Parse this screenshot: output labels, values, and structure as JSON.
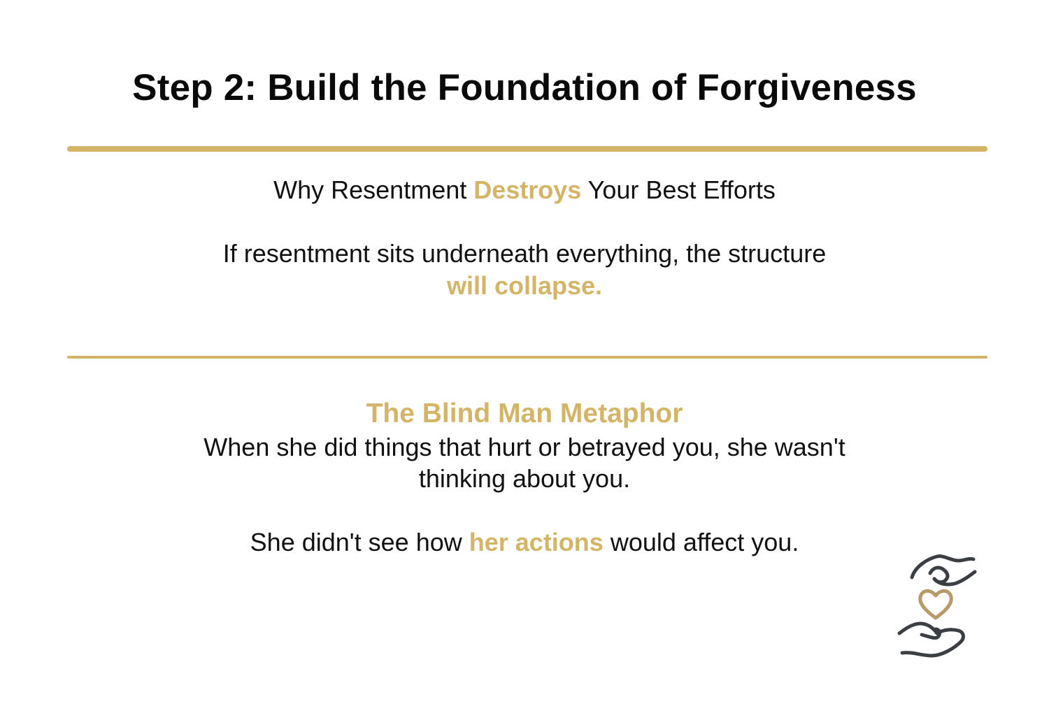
{
  "title": "Step 2: Build the Foundation of Forgiveness",
  "section1": {
    "heading": {
      "before": "Why Resentment ",
      "highlight": "Destroys",
      "after": " Your Best Efforts"
    },
    "body_line1": "If resentment sits underneath everything, the structure",
    "body_line2_highlight": "will collapse."
  },
  "section2": {
    "subhead": "The Blind Man Metaphor",
    "body_line1": "When she did things that hurt or betrayed you, she wasn't",
    "body_line2": "thinking about you.",
    "closing": {
      "before": "She didn't see how ",
      "highlight": "her actions",
      "after": " would affect you."
    }
  },
  "icon": "hands-holding-heart-icon",
  "colors": {
    "accent_gold": "#d4b567",
    "text": "#111111",
    "icon_gray": "#3b3f44",
    "icon_heart": "#b89a6a",
    "background": "#ffffff"
  }
}
